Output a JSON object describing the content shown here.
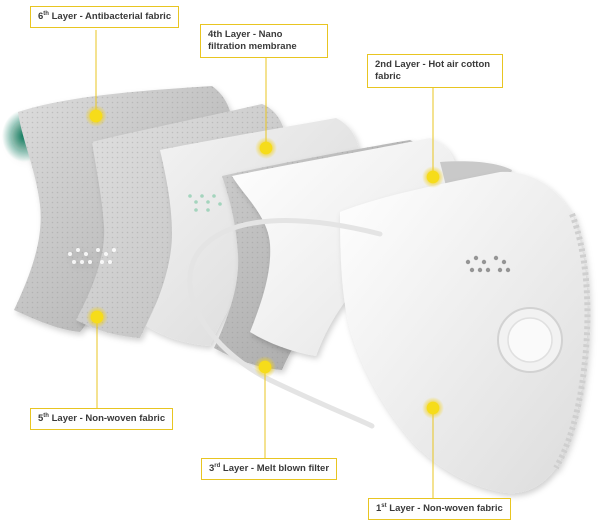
{
  "callouts": [
    {
      "id": "layer-6",
      "number": "6",
      "sup": "th",
      "text": " Layer - Antibacterial fabric"
    },
    {
      "id": "layer-4",
      "number": "",
      "sup": "",
      "text": "4th Layer - Nano filtration membrane"
    },
    {
      "id": "layer-2",
      "number": "",
      "sup": "",
      "text": "2nd Layer - Hot air cotton fabric"
    },
    {
      "id": "layer-5",
      "number": "5",
      "sup": "th",
      "text": " Layer - Non-woven fabric"
    },
    {
      "id": "layer-3",
      "number": "3",
      "sup": "rd",
      "text": " Layer - Melt blown filter"
    },
    {
      "id": "layer-1",
      "number": "1",
      "sup": "st",
      "text": " Layer - Non-woven fabric"
    }
  ],
  "colors": {
    "accent": "#f6dc1a",
    "accent_border": "#e8c521",
    "leader_line": "#e8c521",
    "mask_light": "#f7f7f7",
    "mask_mid": "#d9d9d9",
    "mask_dark": "#9a9a9a",
    "antibacterial_green": "#1f8f6f"
  }
}
